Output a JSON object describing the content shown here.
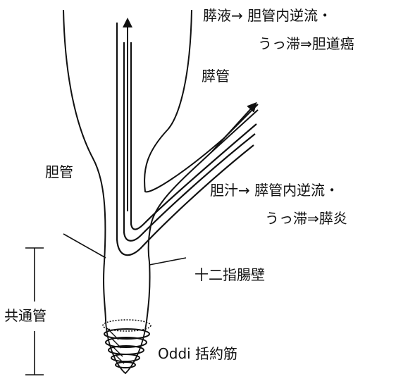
{
  "labels": {
    "pancreatic_juice_reflux_line1": "膵液→ 胆管内逆流・",
    "pancreatic_juice_reflux_line2": "うっ滞⇒胆道癌",
    "pancreatic_duct": "膵管",
    "bile_duct": "胆管",
    "bile_reflux_line1": "胆汁→ 膵管内逆流・",
    "bile_reflux_line2": "うっ滞⇒膵炎",
    "duodenal_wall": "十二指腸壁",
    "common_channel": "共通管",
    "oddi_sphincter": "Oddi 括約筋"
  },
  "colors": {
    "line": "#111111",
    "background": "#ffffff"
  }
}
